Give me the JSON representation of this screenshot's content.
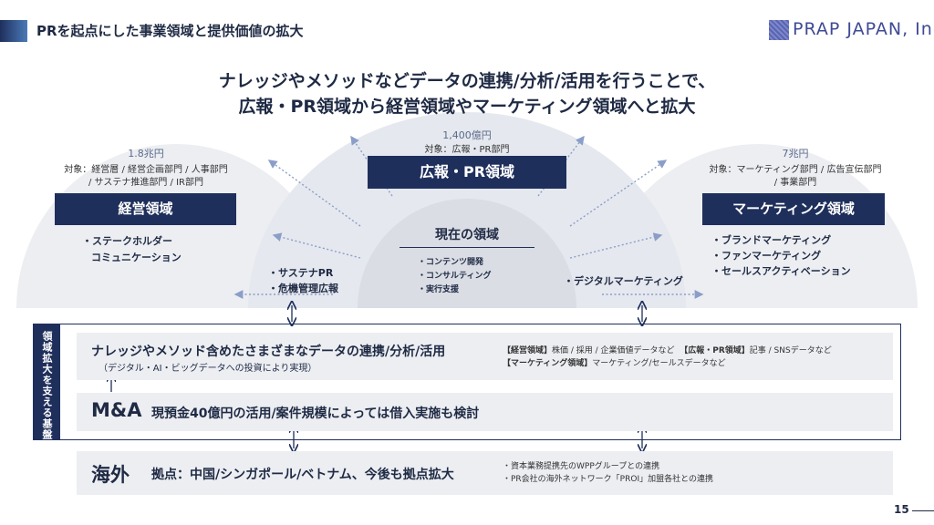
{
  "header": {
    "title": "PRを起点にした事業領域と提供価値の拡大",
    "logo_text": "PRAP JAPAN, Inc"
  },
  "headline": {
    "line1": "ナレッジやメソッドなどデータの連携/分析/活用を行うことで、",
    "line2": "広報・PR領域から経営領域やマーケティング領域へと拡大"
  },
  "pr_domain": {
    "size": "1,400億円",
    "target": "対象：広報・PR部門",
    "title": "広報・PR領域"
  },
  "management": {
    "size": "1.8兆円",
    "target_line1": "対象：経営層 / 経営企画部門 / 人事部門",
    "target_line2": "/ サステナ推進部門 / IR部門",
    "title": "経営領域",
    "item1": "・ステークホルダー",
    "item2": "コミュニケーション"
  },
  "marketing": {
    "size": "7兆円",
    "target_line1": "対象：マーケティング部門 / 広告宣伝部門",
    "target_line2": "/ 事業部門",
    "title": "マーケティング領域",
    "items": [
      "・ブランドマーケティング",
      "・ファンマーケティング",
      "・セールスアクティベーション"
    ]
  },
  "current": {
    "title": "現在の領域",
    "items": [
      "・コンテンツ開発",
      "・コンサルティング",
      "・実行支援"
    ]
  },
  "left_items": [
    "・サステナPR",
    "・危機管理広報"
  ],
  "right_item": "・デジタルマーケティング",
  "base": {
    "label": "領域拡大を支える基盤",
    "data_title": "ナレッジやメソッド含めたさまざまなデータの連携/分析/活用",
    "data_sub": "（デジタル・AI・ビッグデータへの投資により実現）",
    "data_right1_a": "【経営領域】",
    "data_right1_b": "株価 / 採用 / 企業価値データなど",
    "data_right1_c": "【広報・PR領域】",
    "data_right1_d": "記事 / SNSデータなど",
    "data_right2_a": "【マーケティング領域】",
    "data_right2_b": "マーケティング/セールスデータなど",
    "ma_title": "M&A",
    "ma_text": "現預金40億円の活用/案件規模によっては借入実施も検討"
  },
  "overseas": {
    "title": "海外",
    "text": "拠点：中国/シンガポール/ベトナム、今後も拠点拡大",
    "bullet1": "・資本業務提携先のWPPグループとの連携",
    "bullet2": "・PR会社の海外ネットワーク「PROI」加盟各社との連携"
  },
  "page_number": "15",
  "colors": {
    "navy": "#1f2f5c",
    "arc": "#eceef2",
    "arrow": "#8a9ec8"
  }
}
